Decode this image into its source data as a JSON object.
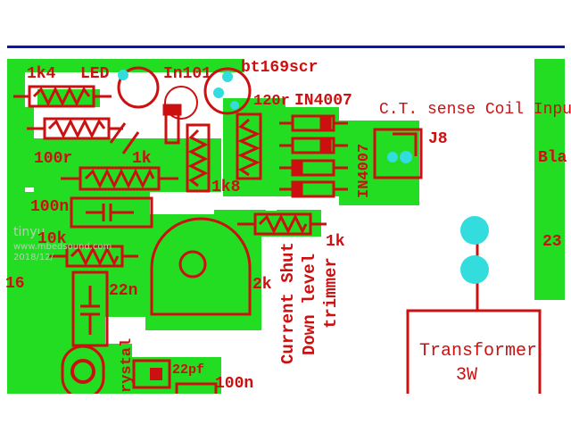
{
  "labels": {
    "r_1k4": "1k4",
    "led": "LED",
    "in101": "In101",
    "scr": "bt169scr",
    "r_120r": "120r",
    "d_in4007_top": "IN4007",
    "ct_sense": "C.T. sense Coil Input",
    "j8": "J8",
    "bla": "Bla",
    "r_100r": "100r",
    "r_1k_mid": "1k",
    "d_in4007_vert": "IN4007",
    "r_1k8": "1k8",
    "c_100n_left": "100n",
    "r_10k": "10k",
    "r_1k_right": "1k",
    "num_23": "23",
    "num_16": "16",
    "c_22n": "22n",
    "trim_2k": "2k",
    "current_shut": "Current Shut",
    "down_level": "Down level",
    "trimmer": "trimmer",
    "transformer": "Transformer",
    "transformer_3w": "3W",
    "crystal": "rystal",
    "c_22pf": "22pf",
    "c_100n_bottom": "100n"
  },
  "watermark": {
    "brand": "tinyu",
    "site": "www.mbedsound.com",
    "date": "2018/12/"
  },
  "colors": {
    "copper": "#22dd22",
    "silkscreen": "#cc1010",
    "pad": "#33dddd",
    "top_line": "#0a18a8",
    "background": "#ffffff"
  }
}
